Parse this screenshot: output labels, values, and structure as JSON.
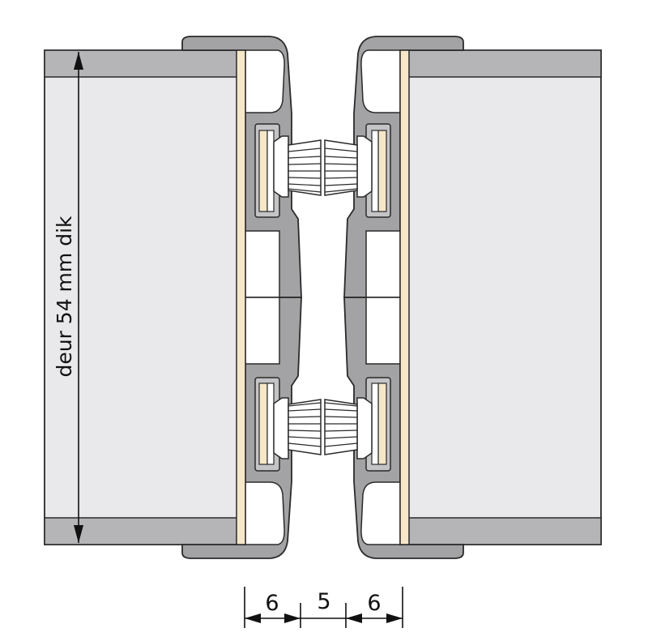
{
  "thickness_label": "deur 54 mm dik",
  "dimensions": {
    "left": "6",
    "gap": "5",
    "right": "6"
  },
  "colors": {
    "door_face": "#e9e9eb",
    "door_edge": "#b5b5b7",
    "profile": "#a3a3a5",
    "wood_strip": "#f6e7c9",
    "outline": "#2a2a2a"
  }
}
